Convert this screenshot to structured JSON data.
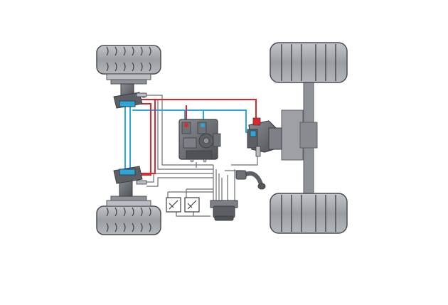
{
  "diagram": {
    "colors": {
      "background": "#ffffff",
      "tire": "#9b9ea3",
      "tire_tread": "#5f6368",
      "metal_dark": "#55595e",
      "metal_mid": "#7d8187",
      "metal_light": "#b9bcc0",
      "frame": "#8e9196",
      "pressure_line": "#e0262b",
      "return_line": "#2ba7dc",
      "control_wire": "#6b6f74",
      "outline": "#3c3f43"
    },
    "components": [
      {
        "id": "front-left-wheel",
        "kind": "wheel"
      },
      {
        "id": "front-right-wheel",
        "kind": "wheel"
      },
      {
        "id": "rear-left-wheel",
        "kind": "wheel"
      },
      {
        "id": "rear-right-wheel",
        "kind": "wheel"
      },
      {
        "id": "front-left-hub-motor",
        "kind": "hydraulic-motor"
      },
      {
        "id": "front-right-hub-motor",
        "kind": "hydraulic-motor"
      },
      {
        "id": "variable-pump",
        "kind": "hydraulic-pump"
      },
      {
        "id": "rear-axle-motor",
        "kind": "hydraulic-motor"
      },
      {
        "id": "rear-axle",
        "kind": "axle"
      },
      {
        "id": "drive-pedal",
        "kind": "pedal"
      },
      {
        "id": "switch-1",
        "kind": "switch"
      },
      {
        "id": "switch-2",
        "kind": "switch"
      },
      {
        "id": "controller",
        "kind": "electronic-control-unit"
      }
    ]
  }
}
